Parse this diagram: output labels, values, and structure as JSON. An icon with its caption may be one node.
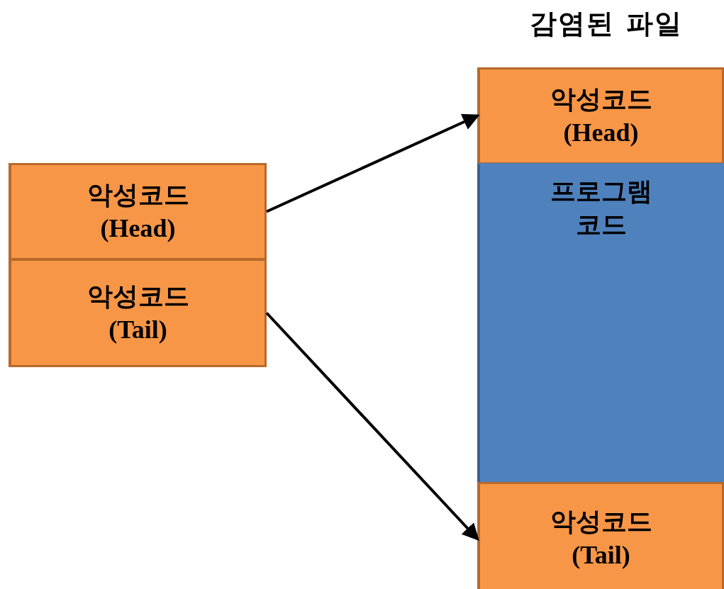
{
  "diagram": {
    "title": "감염된 파일",
    "nodes": [
      {
        "text": [
          "악성코드",
          "(Head)"
        ]
      },
      {
        "text": [
          "악성코드",
          "(Tail)"
        ]
      },
      {
        "text": [
          "악성코드",
          "(Head)"
        ]
      },
      {
        "text": [
          "프로그램 코드"
        ]
      },
      {
        "text": [
          "악성코드",
          "(Tail)"
        ]
      }
    ],
    "edges": [
      {
        "from": 0,
        "to": 2,
        "arrow": "to"
      },
      {
        "from": 1,
        "to": 4,
        "arrow": "to"
      }
    ]
  }
}
